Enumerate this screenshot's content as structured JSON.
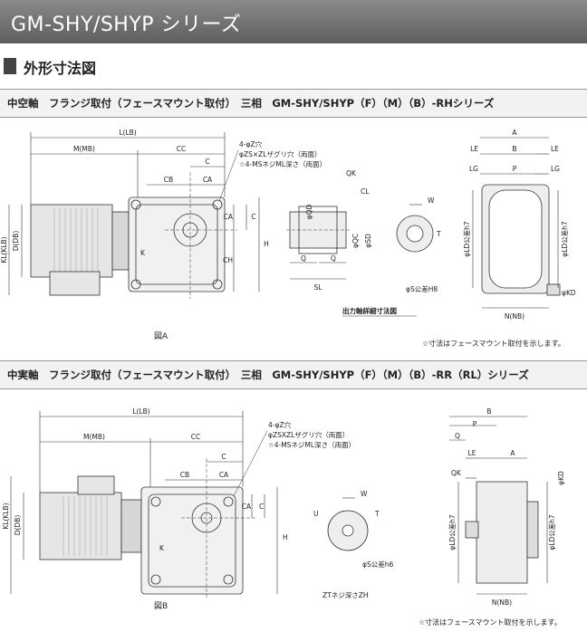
{
  "banner": {
    "title": "GM-SHY/SHYP シリーズ"
  },
  "section": {
    "title": "外形寸法図"
  },
  "panelA": {
    "header": "中空軸　フランジ取付（フェースマウント取付）　三相　GM-SHY/SHYP（F）（M）（B）-RHシリーズ",
    "figure_label": "図A",
    "detail_caption": "出力軸詳細寸法図",
    "note": "☆寸法はフェースマウント取付を示します。",
    "dims": {
      "L": "L(LB)",
      "M": "M(MB)",
      "CC": "CC",
      "C": "C",
      "CB": "CB",
      "CA": "CA",
      "H": "H",
      "CH": "CH",
      "K": "K",
      "D": "D(DB)",
      "KL": "KL(KLB)",
      "QD": "φQD",
      "QC": "φQC",
      "SD": "φSD",
      "Q": "Q",
      "SL": "SL",
      "QK": "QK",
      "CL": "CL",
      "W": "W",
      "T": "T",
      "S": "φS公差H8",
      "A": "A",
      "B": "B",
      "LE": "LE",
      "LG": "LG",
      "P": "P",
      "LD": "φLD公差h7",
      "KD": "φKD",
      "N": "N(NB)"
    },
    "holes": [
      "4-φZ穴",
      "φZS×ZLザグリ穴（両面）",
      "☆4-MSネジML深さ（両面）"
    ]
  },
  "panelB": {
    "header": "中実軸　フランジ取付（フェースマウント取付）　三相　GM-SHY/SHYP（F）（M）（B）-RR（RL）シリーズ",
    "figure_label": "図B",
    "note": "☆寸法はフェースマウント取付を示します。",
    "dims": {
      "L": "L(LB)",
      "M": "M(MB)",
      "CC": "CC",
      "C": "C",
      "CB": "CB",
      "CA": "CA",
      "H": "H",
      "K": "K",
      "D": "D(DB)",
      "KL": "KL(KLB)",
      "W": "W",
      "U": "U",
      "T": "T",
      "S": "φS公差h6",
      "ZT": "ZTネジ深さZH",
      "B": "B",
      "P": "P",
      "Q": "Q",
      "LE": "LE",
      "A": "A",
      "QK": "QK",
      "KD": "φKD",
      "LD": "φLD公差h7",
      "N": "N(NB)"
    },
    "holes": [
      "4-φZ穴",
      "φZSXZLザグリ穴（両面）",
      "☆4-MSネジML深さ（両面）"
    ]
  }
}
